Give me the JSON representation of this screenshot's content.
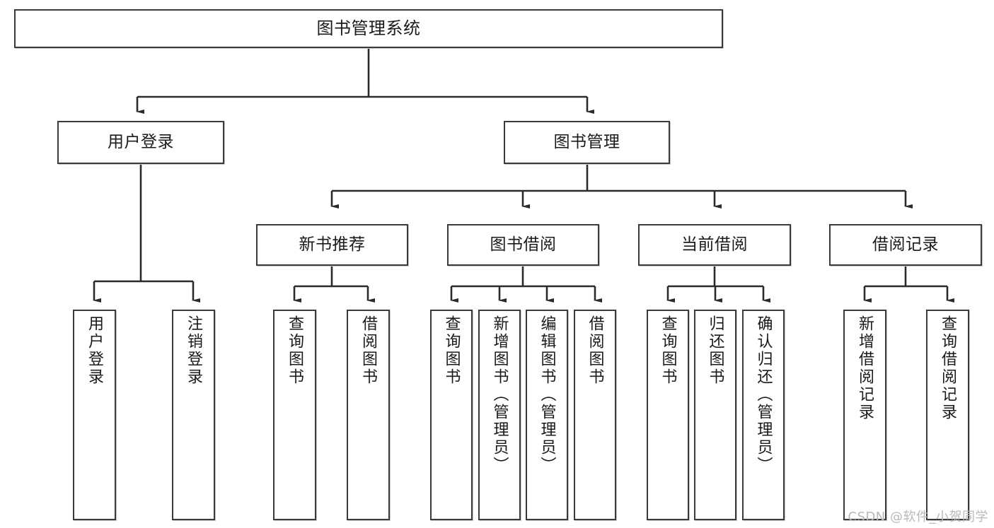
{
  "diagram": {
    "title": "图书管理系统",
    "type": "tree-hierarchy-diagram",
    "colors": {
      "box_border": "#3a3a3a",
      "box_fill": "#ffffff",
      "connector": "#2b2b2b",
      "background": "#ffffff",
      "watermark": "#b9b9b9"
    },
    "root": {
      "label": "图书管理系统"
    },
    "level2": [
      {
        "label": "用户登录"
      },
      {
        "label": "图书管理"
      }
    ],
    "level3": [
      {
        "label": "新书推荐"
      },
      {
        "label": "图书借阅"
      },
      {
        "label": "当前借阅"
      },
      {
        "label": "借阅记录"
      }
    ],
    "leaves": {
      "user_login": [
        {
          "label": "用户登录"
        },
        {
          "label": "注销登录"
        }
      ],
      "new_book_recommend": [
        {
          "label": "查询图书"
        },
        {
          "label": "借阅图书"
        }
      ],
      "book_borrow": [
        {
          "label": "查询图书"
        },
        {
          "label": "新增图书（管理员）"
        },
        {
          "label": "编辑图书（管理员）"
        },
        {
          "label": "借阅图书"
        }
      ],
      "current_borrow": [
        {
          "label": "查询图书"
        },
        {
          "label": "归还图书"
        },
        {
          "label": "确认归还（管理员）"
        }
      ],
      "borrow_record": [
        {
          "label": "新增借阅记录"
        },
        {
          "label": "查询借阅记录"
        }
      ]
    }
  },
  "watermark": {
    "text": "CSDN @软件_小贺同学"
  }
}
